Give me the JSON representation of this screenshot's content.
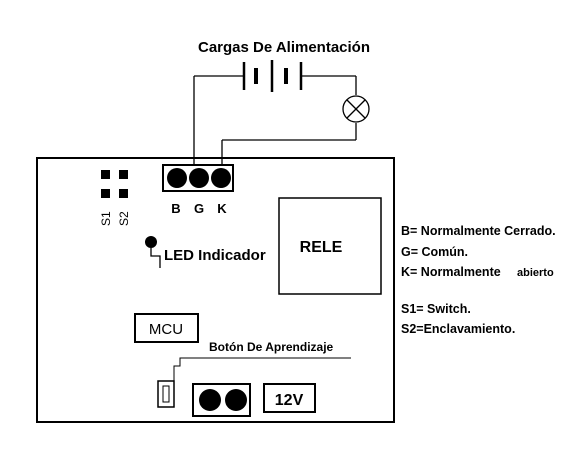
{
  "title": "Cargas De Alimentación",
  "terminals": {
    "b": "B",
    "g": "G",
    "k": "K"
  },
  "switches": {
    "s1": "S1",
    "s2": "S2"
  },
  "led_label": "LED Indicador",
  "relay_label": "RELE",
  "mcu_label": "MCU",
  "learn_button_label": "Botón De Aprendizaje",
  "power_label": "12V",
  "legend": {
    "b_prefix": "B= Normalmente Cerrado.",
    "g_prefix": "G= Común.",
    "k_prefix": "K= Normalmente",
    "k_suffix": "abierto",
    "s1": "S1= Switch.",
    "s2": "S2=Enclavamiento."
  },
  "colors": {
    "stroke": "#000000",
    "background": "#ffffff"
  }
}
